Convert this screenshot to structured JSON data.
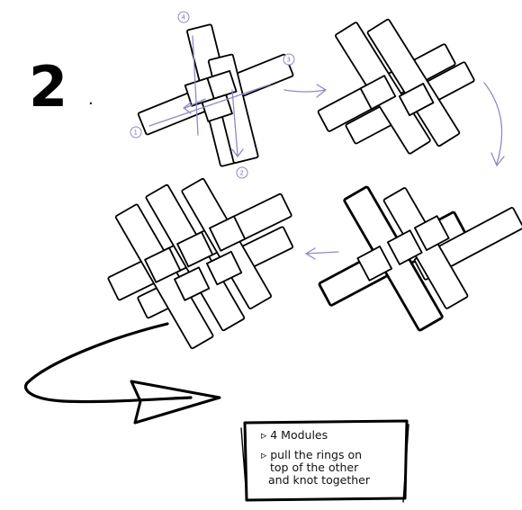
{
  "step": {
    "number": "2",
    "suffix": "."
  },
  "markers": [
    "1",
    "2",
    "3",
    "4"
  ],
  "colors": {
    "ink": "#000000",
    "guide": "#8e8ac6",
    "paper": "#ffffff"
  },
  "note": {
    "lines": [
      "▹ 4 Modules",
      "▹ pull the rings on",
      "top of the other",
      "and knot together"
    ]
  }
}
